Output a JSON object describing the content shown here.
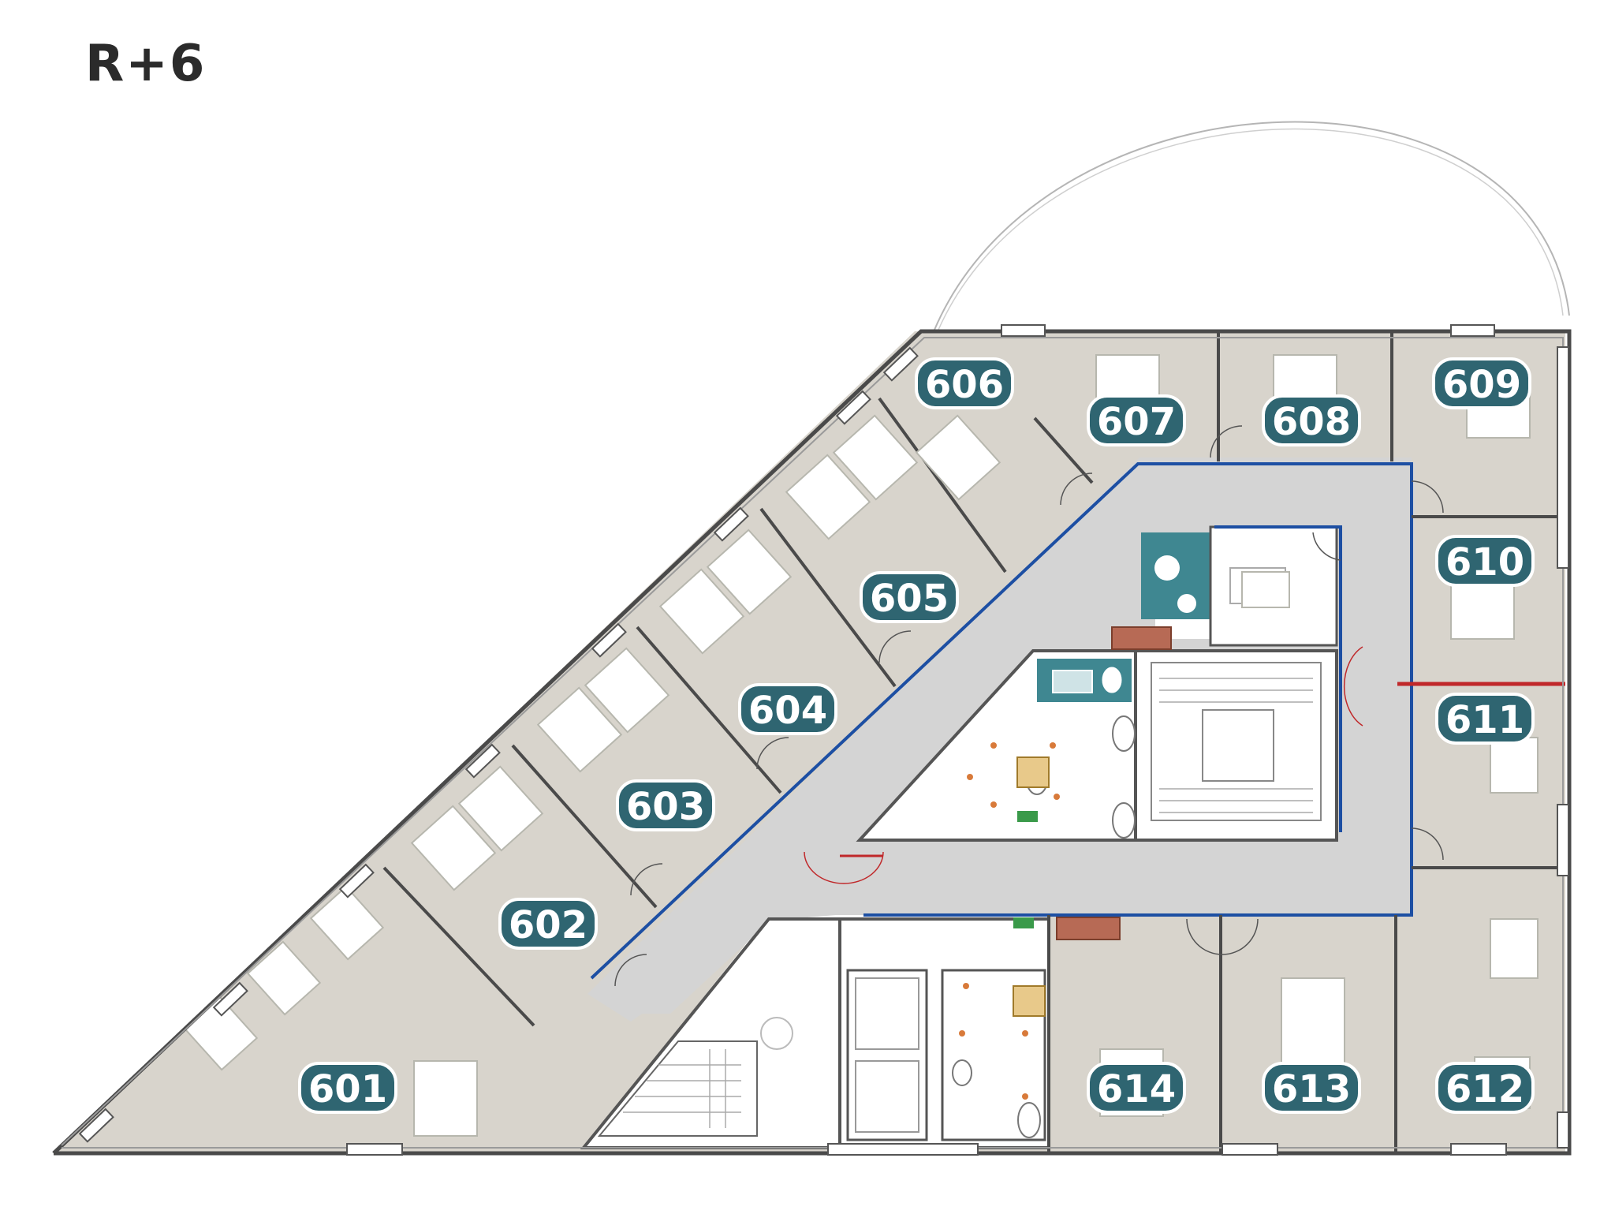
{
  "floor": {
    "title": "R+6"
  },
  "rooms": [
    {
      "id": "601",
      "label": "601"
    },
    {
      "id": "602",
      "label": "602"
    },
    {
      "id": "603",
      "label": "603"
    },
    {
      "id": "604",
      "label": "604"
    },
    {
      "id": "605",
      "label": "605"
    },
    {
      "id": "606",
      "label": "606"
    },
    {
      "id": "607",
      "label": "607"
    },
    {
      "id": "608",
      "label": "608"
    },
    {
      "id": "609",
      "label": "609"
    },
    {
      "id": "610",
      "label": "610"
    },
    {
      "id": "611",
      "label": "611"
    },
    {
      "id": "612",
      "label": "612"
    },
    {
      "id": "613",
      "label": "613"
    },
    {
      "id": "614",
      "label": "614"
    }
  ],
  "colors": {
    "office_floor": "#d8d4cc",
    "corridor": "#d4d4d4",
    "label_fill": "#2f6571",
    "accent_teal": "#3f8791",
    "blue_line": "#1d4fa3",
    "red_line": "#c0282a",
    "wall": "#4a4a4a"
  }
}
